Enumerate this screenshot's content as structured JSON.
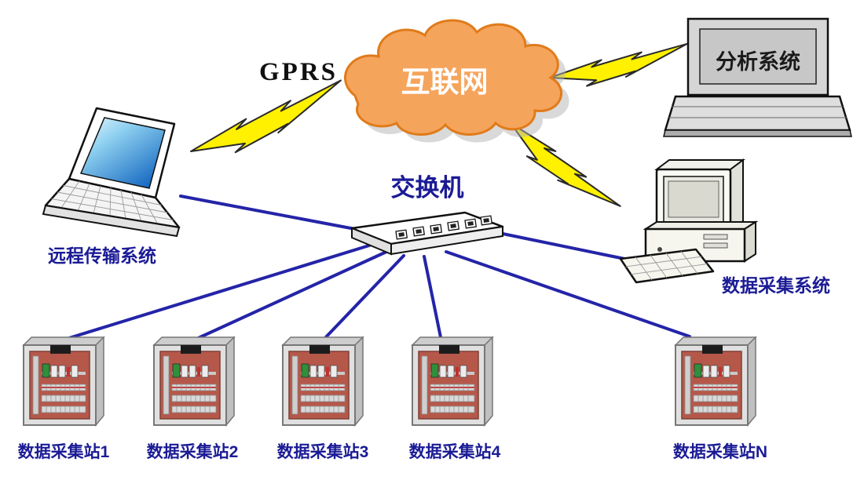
{
  "labels": {
    "gprs": "GPRS",
    "internet": "互联网",
    "switch": "交换机",
    "remote_system": "远程传输系统",
    "analysis_system": "分析系统",
    "acquisition_system": "数据采集系统"
  },
  "stations": [
    {
      "label": "数据采集站1"
    },
    {
      "label": "数据采集站2"
    },
    {
      "label": "数据采集站3"
    },
    {
      "label": "数据采集站4"
    },
    {
      "label": "数据采集站N"
    }
  ],
  "colors": {
    "cloud_fill": "#F5A45C",
    "cloud_stroke": "#E07B1A",
    "bolt_fill": "#FFF100",
    "bolt_stroke": "#2A2A2A",
    "connection_line": "#2424A8",
    "label_text": "#1B1B96",
    "cabinet_panel": "#B5584A",
    "screen_blue": "#1673C8"
  }
}
